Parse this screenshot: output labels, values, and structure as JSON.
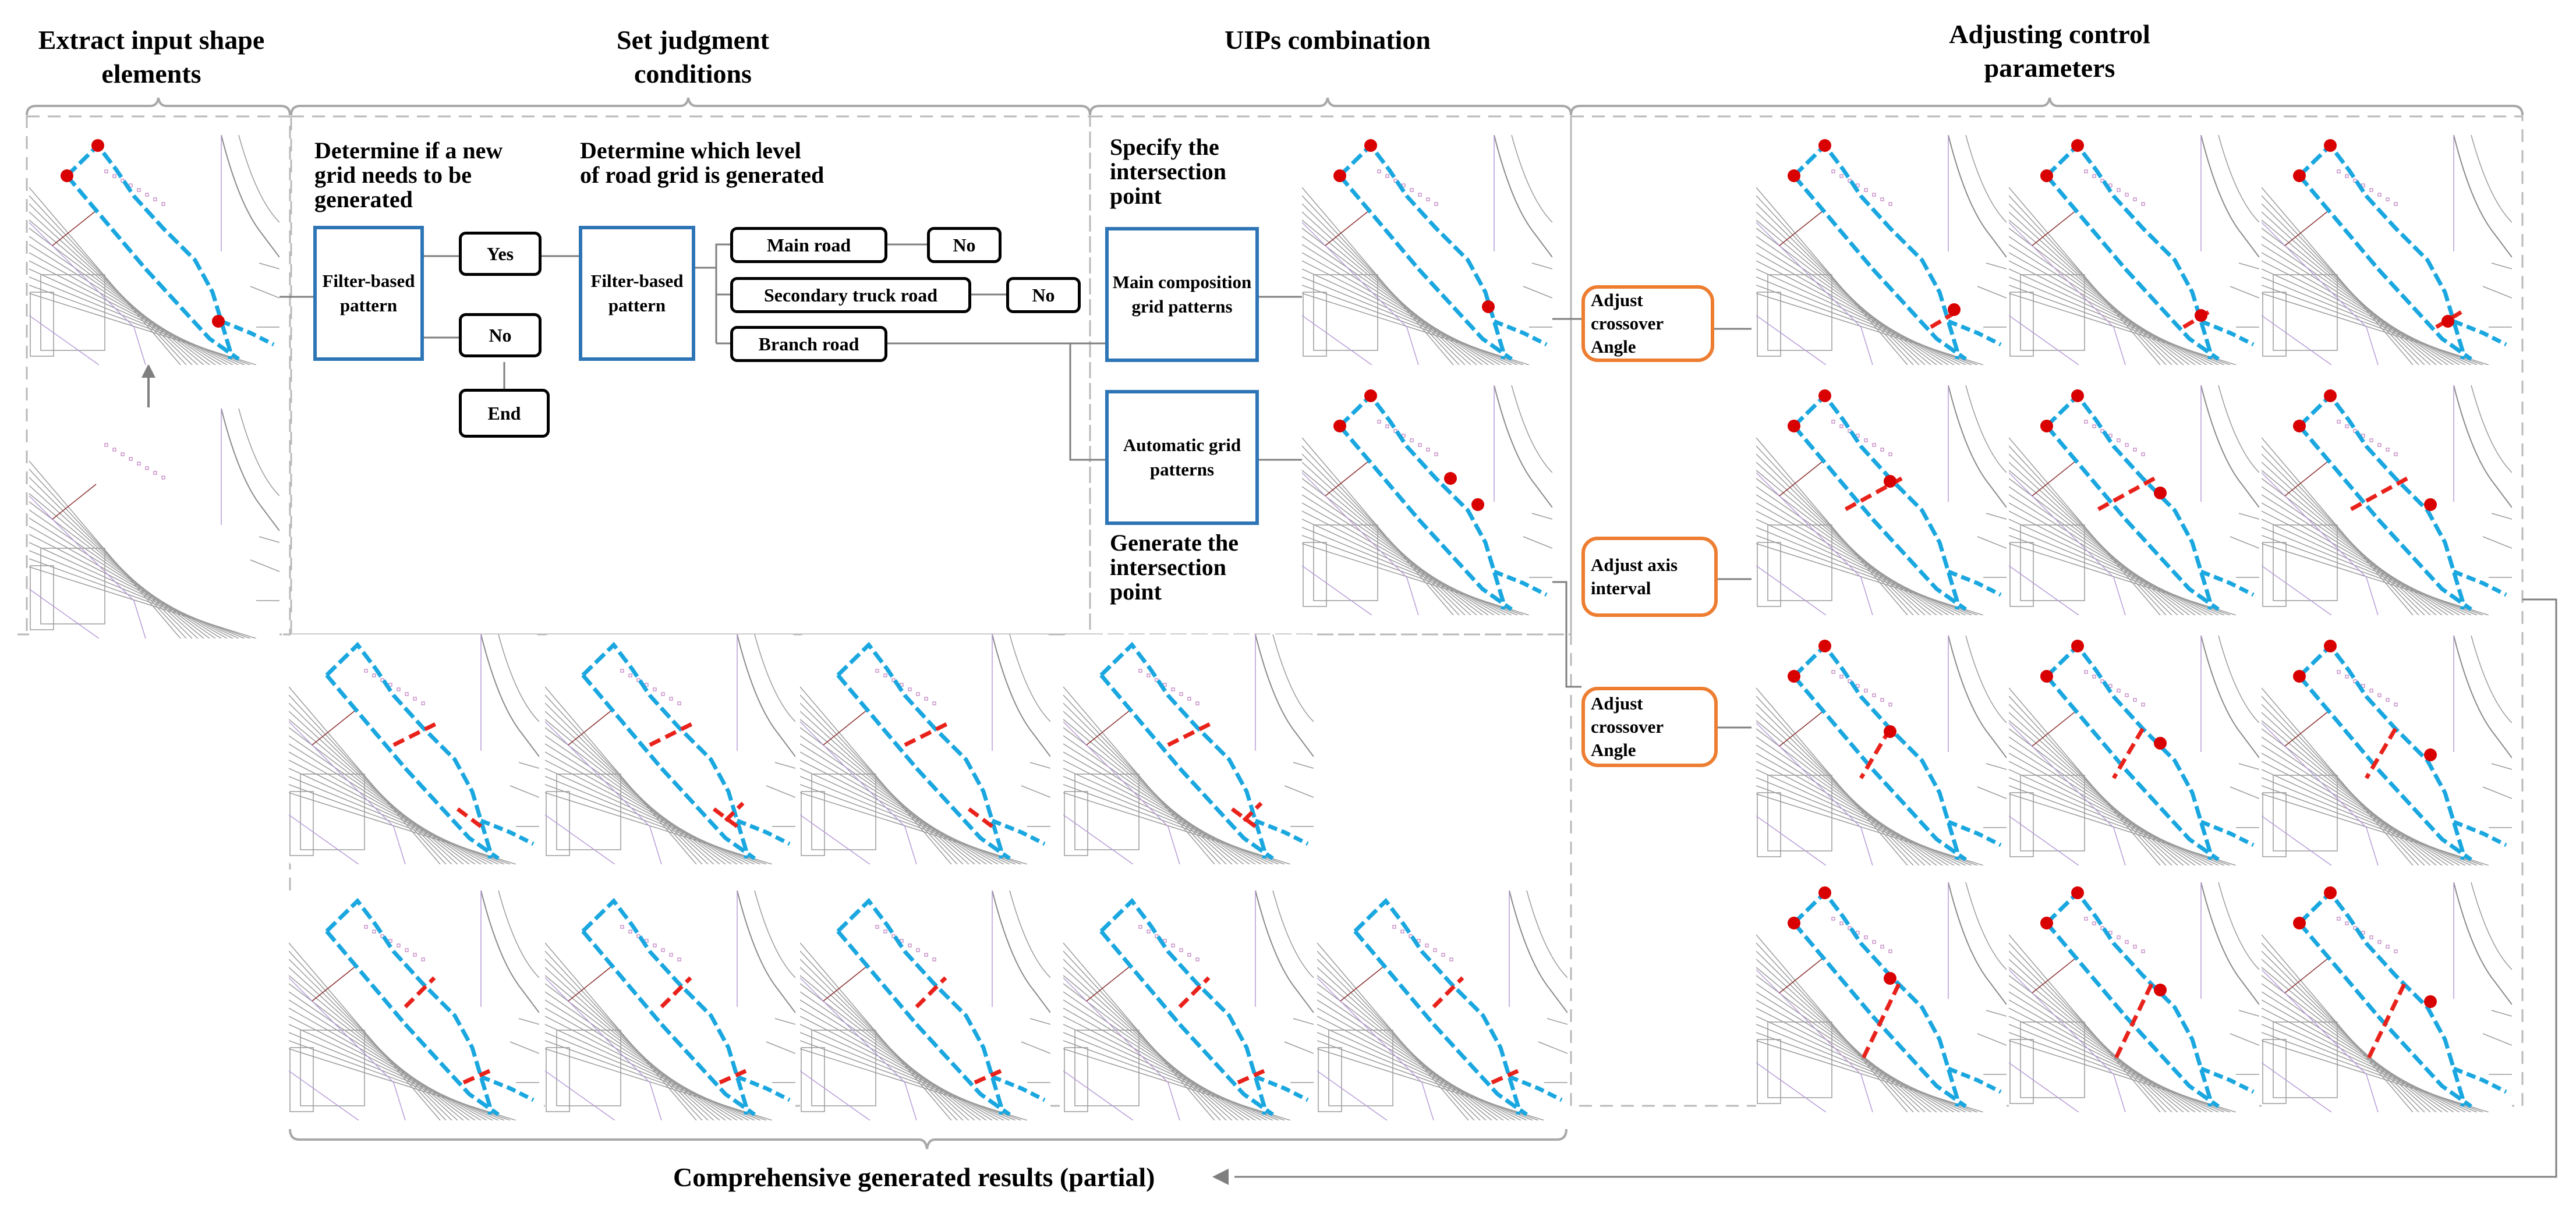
{
  "sections": {
    "extract": "Extract input shape elements",
    "judgment": "Set judgment conditions",
    "uips": "UIPs combination",
    "adjusting": "Adjusting control parameters"
  },
  "judgment": {
    "q1": "Determine if a new grid needs to be generated",
    "q2": "Determine which level of road grid is generated",
    "filter_box_1": "Filter-based pattern",
    "filter_box_2": "Filter-based pattern",
    "yes": "Yes",
    "no": "No",
    "end": "End",
    "roads": [
      {
        "label": "Main road",
        "result": "No"
      },
      {
        "label": "Secondary truck road",
        "result": "No"
      },
      {
        "label": "Branch road"
      }
    ]
  },
  "uips": {
    "specify": "Specify the intersection point",
    "main_patterns": "Main composition grid patterns",
    "auto_patterns": "Automatic grid patterns",
    "generate": "Generate the intersection point"
  },
  "adjust": {
    "crossover_1": "Adjust crossover Angle",
    "axis_interval": "Adjust axis interval",
    "crossover_2": "Adjust crossover Angle"
  },
  "footer": "Comprehensive generated results (partial)",
  "colors": {
    "boundary": "#1aa7e0",
    "generated_road": "#e8221b",
    "intersection_point": "#d80000",
    "pattern_box": "#2e75b6",
    "param_box": "#ed7d31",
    "connector": "#9a9a9a"
  }
}
